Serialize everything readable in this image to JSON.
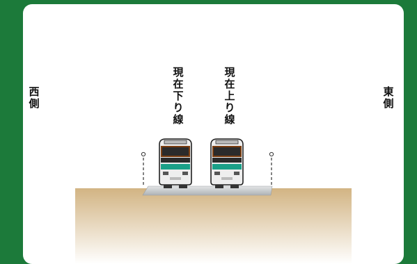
{
  "labels": {
    "west": "西側",
    "east": "東側",
    "down_track": "現在下り線",
    "up_track": "現在上り線"
  },
  "colors": {
    "frame": "#1c7a3a",
    "panel": "#ffffff",
    "ground_top": "#d2b483",
    "ground_bottom": "#ffffff",
    "train_band": "#7a3d10",
    "train_stripe": "#1aa088",
    "ballast": "#c9ccce"
  },
  "icons": {
    "train_down": "train-icon",
    "train_up": "train-icon",
    "pole_left": "catenary-pole-icon",
    "pole_right": "catenary-pole-icon"
  }
}
